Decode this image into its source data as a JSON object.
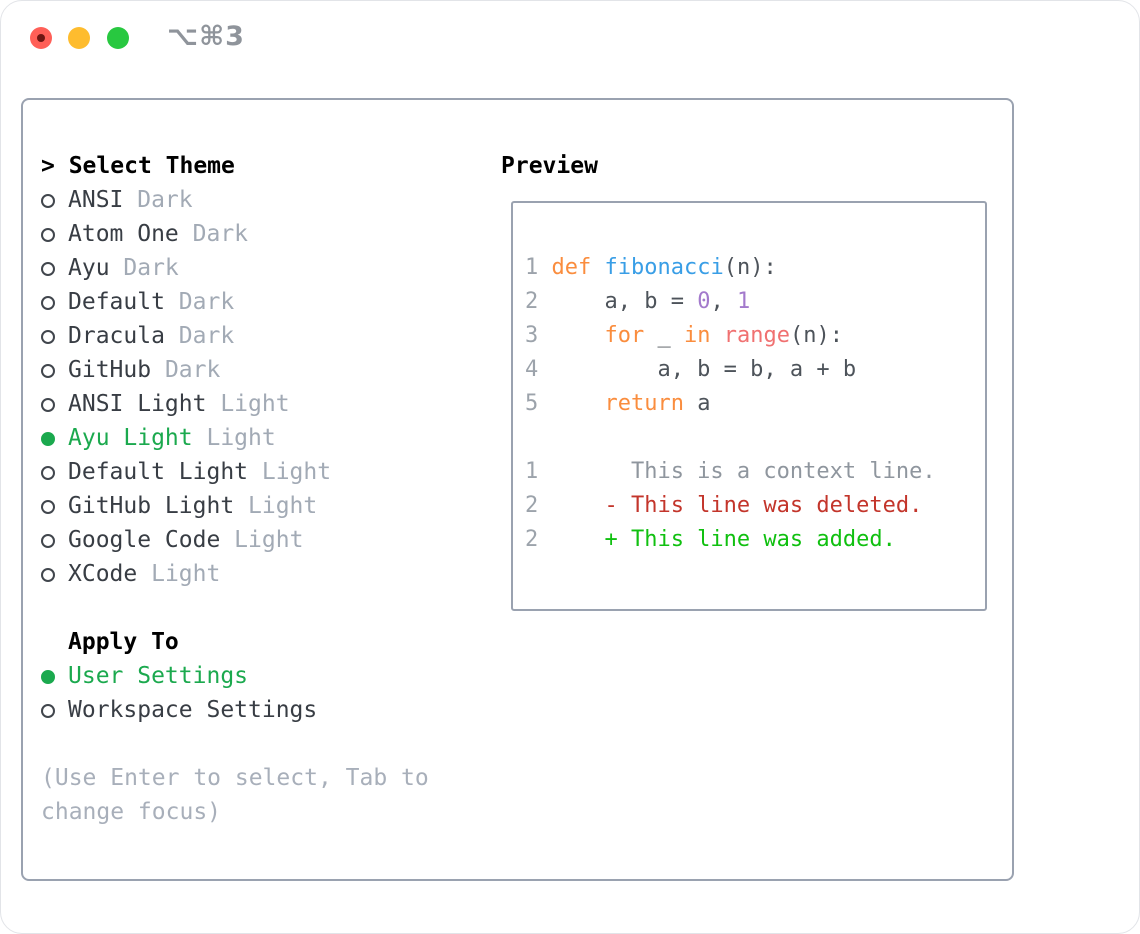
{
  "window": {
    "shortcut": "⌥⌘3",
    "traffic_lights": [
      "close",
      "minimize",
      "zoom"
    ]
  },
  "theme_list": {
    "caret": "> ",
    "header": "Select Theme",
    "items": [
      {
        "name": "ANSI",
        "variant": "Dark",
        "selected": false
      },
      {
        "name": "Atom One",
        "variant": "Dark",
        "selected": false
      },
      {
        "name": "Ayu",
        "variant": "Dark",
        "selected": false
      },
      {
        "name": "Default",
        "variant": "Dark",
        "selected": false
      },
      {
        "name": "Dracula",
        "variant": "Dark",
        "selected": false
      },
      {
        "name": "GitHub",
        "variant": "Dark",
        "selected": false
      },
      {
        "name": "ANSI Light",
        "variant": "Light",
        "selected": false
      },
      {
        "name": "Ayu Light",
        "variant": "Light",
        "selected": true
      },
      {
        "name": "Default Light",
        "variant": "Light",
        "selected": false
      },
      {
        "name": "GitHub Light",
        "variant": "Light",
        "selected": false
      },
      {
        "name": "Google Code",
        "variant": "Light",
        "selected": false
      },
      {
        "name": "XCode",
        "variant": "Light",
        "selected": false
      }
    ]
  },
  "apply_to": {
    "header": "Apply To",
    "items": [
      {
        "label": "User Settings",
        "selected": true
      },
      {
        "label": "Workspace Settings",
        "selected": false
      }
    ]
  },
  "hint": {
    "lines": [
      "(Use Enter to select, Tab to",
      "change focus)"
    ]
  },
  "preview": {
    "header": "Preview",
    "code_lines": [
      {
        "num": "1",
        "tokens": [
          [
            "def",
            "kw"
          ],
          [
            " ",
            "pl"
          ],
          [
            "fibonacci",
            "fn"
          ],
          [
            "(n):",
            "pl"
          ]
        ]
      },
      {
        "num": "2",
        "tokens": [
          [
            "    a, b = ",
            "pl"
          ],
          [
            "0",
            "num"
          ],
          [
            ", ",
            "pl"
          ],
          [
            "1",
            "num"
          ]
        ]
      },
      {
        "num": "3",
        "tokens": [
          [
            "    ",
            "pl"
          ],
          [
            "for",
            "kw"
          ],
          [
            " _ ",
            "pl"
          ],
          [
            "in",
            "kw"
          ],
          [
            " ",
            "pl"
          ],
          [
            "range",
            "call"
          ],
          [
            "(n):",
            "pl"
          ]
        ]
      },
      {
        "num": "4",
        "tokens": [
          [
            "        a, b = b, a + b",
            "pl"
          ]
        ]
      },
      {
        "num": "5",
        "tokens": [
          [
            "    ",
            "pl"
          ],
          [
            "return",
            "kw"
          ],
          [
            " a",
            "pl"
          ]
        ]
      },
      {
        "num": "",
        "tokens": []
      },
      {
        "num": "1",
        "tokens": [
          [
            "      This is a context line.",
            "ctx"
          ]
        ]
      },
      {
        "num": "2",
        "tokens": [
          [
            "    - This line was deleted.",
            "del"
          ]
        ]
      },
      {
        "num": "2",
        "tokens": [
          [
            "    + This line was added.",
            "add"
          ]
        ]
      }
    ]
  },
  "colors": {
    "accent_green": "#1BA94E",
    "added_green": "#10C010",
    "deleted_red": "#C3352B",
    "keyword_orange": "#FA8D3E",
    "function_blue": "#399EE6",
    "number_purple": "#A37ACC",
    "builtin_coral": "#F07171",
    "code_text": "#4D535A",
    "muted_gray": "#A2AAB5",
    "line_number_gray": "#9CA3AB",
    "border_gray": "#9AA2B0",
    "traffic_red": "#FF5F57",
    "traffic_yellow": "#FEBC2E",
    "traffic_green": "#28C840"
  }
}
